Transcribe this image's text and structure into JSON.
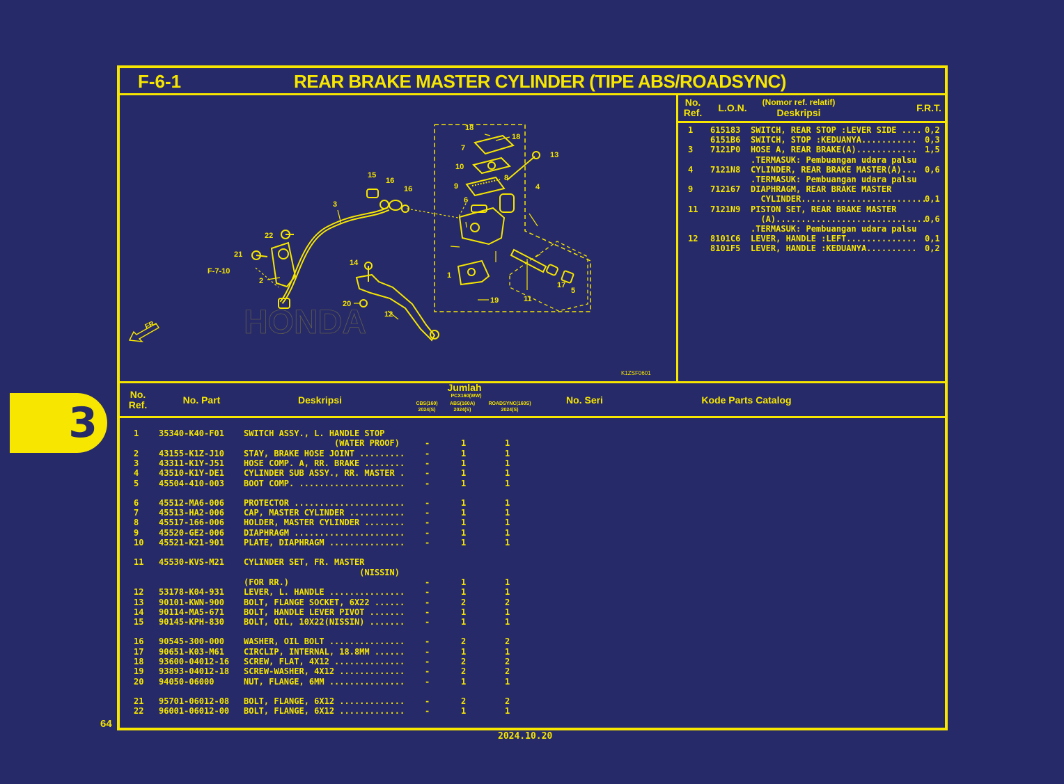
{
  "header": {
    "code": "F-6-1",
    "title": "REAR BRAKE MASTER CYLINDER (TIPE ABS/ROADSYNC)"
  },
  "diagram": {
    "ref_code": "K1ZSF0601",
    "fr_label": "FR.",
    "watermark": "HONDA",
    "callouts": [
      "1",
      "2",
      "3",
      "4",
      "5",
      "6",
      "7",
      "8",
      "9",
      "10",
      "11",
      "12",
      "13",
      "14",
      "15",
      "16",
      "16",
      "17",
      "18",
      "18",
      "19",
      "20",
      "21",
      "22",
      "F-7-10"
    ]
  },
  "ref_table": {
    "headers": {
      "no_ref_1": "No.",
      "no_ref_2": "Ref.",
      "lon": "L.O.N.",
      "desc_1": "(Nomor ref. relatif)",
      "desc_2": "Deskripsi",
      "frt": "F.R.T."
    },
    "rows": [
      {
        "ref": "1",
        "lon": "615183",
        "desc": "SWITCH, REAR STOP :LEVER SIDE ....",
        "frt": "0,2"
      },
      {
        "ref": "",
        "lon": "6151B6",
        "desc": "SWITCH, STOP :KEDUANYA...........",
        "frt": "0,3"
      },
      {
        "ref": "3",
        "lon": "7121P0",
        "desc": "HOSE A, REAR BRAKE(A)............",
        "frt": "1,5"
      },
      {
        "ref": "",
        "lon": "",
        "desc": ".TERMASUK: Pembuangan udara palsu",
        "frt": ""
      },
      {
        "ref": "4",
        "lon": "7121N8",
        "desc": "CYLINDER, REAR BRAKE MASTER(A)...",
        "frt": "0,6"
      },
      {
        "ref": "",
        "lon": "",
        "desc": ".TERMASUK: Pembuangan udara palsu",
        "frt": ""
      },
      {
        "ref": "9",
        "lon": "712167",
        "desc": "DIAPHRAGM, REAR BRAKE MASTER",
        "frt": ""
      },
      {
        "ref": "",
        "lon": "",
        "desc": "  CYLINDER.........................",
        "frt": "0,1"
      },
      {
        "ref": "11",
        "lon": "7121N9",
        "desc": "PISTON SET, REAR BRAKE MASTER",
        "frt": ""
      },
      {
        "ref": "",
        "lon": "",
        "desc": "  (A)..............................",
        "frt": "0,6"
      },
      {
        "ref": "",
        "lon": "",
        "desc": ".TERMASUK: Pembuangan udara palsu",
        "frt": ""
      },
      {
        "ref": "12",
        "lon": "8101C6",
        "desc": "LEVER, HANDLE :LEFT..............",
        "frt": "0,1"
      },
      {
        "ref": "",
        "lon": "8101F5",
        "desc": "LEVER, HANDLE :KEDUANYA..........",
        "frt": "0,2"
      }
    ]
  },
  "parts_table": {
    "headers": {
      "no_ref_1": "No.",
      "no_ref_2": "Ref.",
      "no_part": "No. Part",
      "desc": "Deskripsi",
      "jumlah": "Jumlah",
      "model": "PCX160(WW)",
      "col_cbs": "CBS(160)",
      "col_abs": "ABS(160A)",
      "col_road": "ROADSYNC(160S)",
      "year": "2024(S)",
      "no_seri": "No. Seri",
      "kode": "Kode Parts Catalog"
    },
    "rows": [
      {
        "ref": "1",
        "part": "35340-K40-F01",
        "desc": "SWITCH ASSY., L. HANDLE STOP",
        "cbs": "",
        "abs": "",
        "road": ""
      },
      {
        "ref": "",
        "part": "",
        "desc": "                  (WATER PROOF)",
        "cbs": "-",
        "abs": "1",
        "road": "1"
      },
      {
        "ref": "2",
        "part": "43155-K1Z-J10",
        "desc": "STAY, BRAKE HOSE JOINT .........",
        "cbs": "-",
        "abs": "1",
        "road": "1"
      },
      {
        "ref": "3",
        "part": "43311-K1Y-J51",
        "desc": "HOSE COMP. A, RR. BRAKE ........",
        "cbs": "-",
        "abs": "1",
        "road": "1"
      },
      {
        "ref": "4",
        "part": "43510-K1Y-DE1",
        "desc": "CYLINDER SUB ASSY., RR. MASTER .",
        "cbs": "-",
        "abs": "1",
        "road": "1"
      },
      {
        "ref": "5",
        "part": "45504-410-003",
        "desc": "BOOT COMP. .....................",
        "cbs": "-",
        "abs": "1",
        "road": "1"
      },
      {
        "ref": "6",
        "part": "45512-MA6-006",
        "desc": "PROTECTOR ......................",
        "cbs": "-",
        "abs": "1",
        "road": "1"
      },
      {
        "ref": "7",
        "part": "45513-HA2-006",
        "desc": "CAP, MASTER CYLINDER ...........",
        "cbs": "-",
        "abs": "1",
        "road": "1"
      },
      {
        "ref": "8",
        "part": "45517-166-006",
        "desc": "HOLDER, MASTER CYLINDER ........",
        "cbs": "-",
        "abs": "1",
        "road": "1"
      },
      {
        "ref": "9",
        "part": "45520-GE2-006",
        "desc": "DIAPHRAGM ......................",
        "cbs": "-",
        "abs": "1",
        "road": "1"
      },
      {
        "ref": "10",
        "part": "45521-K21-901",
        "desc": "PLATE, DIAPHRAGM ...............",
        "cbs": "-",
        "abs": "1",
        "road": "1"
      },
      {
        "ref": "11",
        "part": "45530-KVS-M21",
        "desc": "CYLINDER SET, FR. MASTER",
        "cbs": "",
        "abs": "",
        "road": ""
      },
      {
        "ref": "",
        "part": "",
        "desc": "                       (NISSIN)",
        "cbs": "",
        "abs": "",
        "road": ""
      },
      {
        "ref": "",
        "part": "",
        "desc": "(FOR RR.)",
        "cbs": "-",
        "abs": "1",
        "road": "1"
      },
      {
        "ref": "12",
        "part": "53178-K04-931",
        "desc": "LEVER, L. HANDLE ...............",
        "cbs": "-",
        "abs": "1",
        "road": "1"
      },
      {
        "ref": "13",
        "part": "90101-KWN-900",
        "desc": "BOLT, FLANGE SOCKET, 6X22 ......",
        "cbs": "-",
        "abs": "2",
        "road": "2"
      },
      {
        "ref": "14",
        "part": "90114-MA5-671",
        "desc": "BOLT, HANDLE LEVER PIVOT .......",
        "cbs": "-",
        "abs": "1",
        "road": "1"
      },
      {
        "ref": "15",
        "part": "90145-KPH-830",
        "desc": "BOLT, OIL, 10X22(NISSIN) .......",
        "cbs": "-",
        "abs": "1",
        "road": "1"
      },
      {
        "ref": "16",
        "part": "90545-300-000",
        "desc": "WASHER, OIL BOLT ...............",
        "cbs": "-",
        "abs": "2",
        "road": "2"
      },
      {
        "ref": "17",
        "part": "90651-K03-M61",
        "desc": "CIRCLIP, INTERNAL, 18.8MM ......",
        "cbs": "-",
        "abs": "1",
        "road": "1"
      },
      {
        "ref": "18",
        "part": "93600-04012-16",
        "desc": "SCREW, FLAT, 4X12 ..............",
        "cbs": "-",
        "abs": "2",
        "road": "2"
      },
      {
        "ref": "19",
        "part": "93893-04012-18",
        "desc": "SCREW-WASHER, 4X12 .............",
        "cbs": "-",
        "abs": "2",
        "road": "2"
      },
      {
        "ref": "20",
        "part": "94050-06000",
        "desc": "NUT, FLANGE, 6MM ...............",
        "cbs": "-",
        "abs": "1",
        "road": "1"
      },
      {
        "ref": "21",
        "part": "95701-06012-08",
        "desc": "BOLT, FLANGE, 6X12 .............",
        "cbs": "-",
        "abs": "2",
        "road": "2"
      },
      {
        "ref": "22",
        "part": "96001-06012-00",
        "desc": "BOLT, FLANGE, 6X12 .............",
        "cbs": "-",
        "abs": "1",
        "road": "1"
      }
    ]
  },
  "sidebar": {
    "section_tab": "3",
    "page_number": "64"
  },
  "footer": {
    "date": "2024.10.20"
  },
  "colors": {
    "background": "#272a68",
    "ink": "#f6e600"
  }
}
